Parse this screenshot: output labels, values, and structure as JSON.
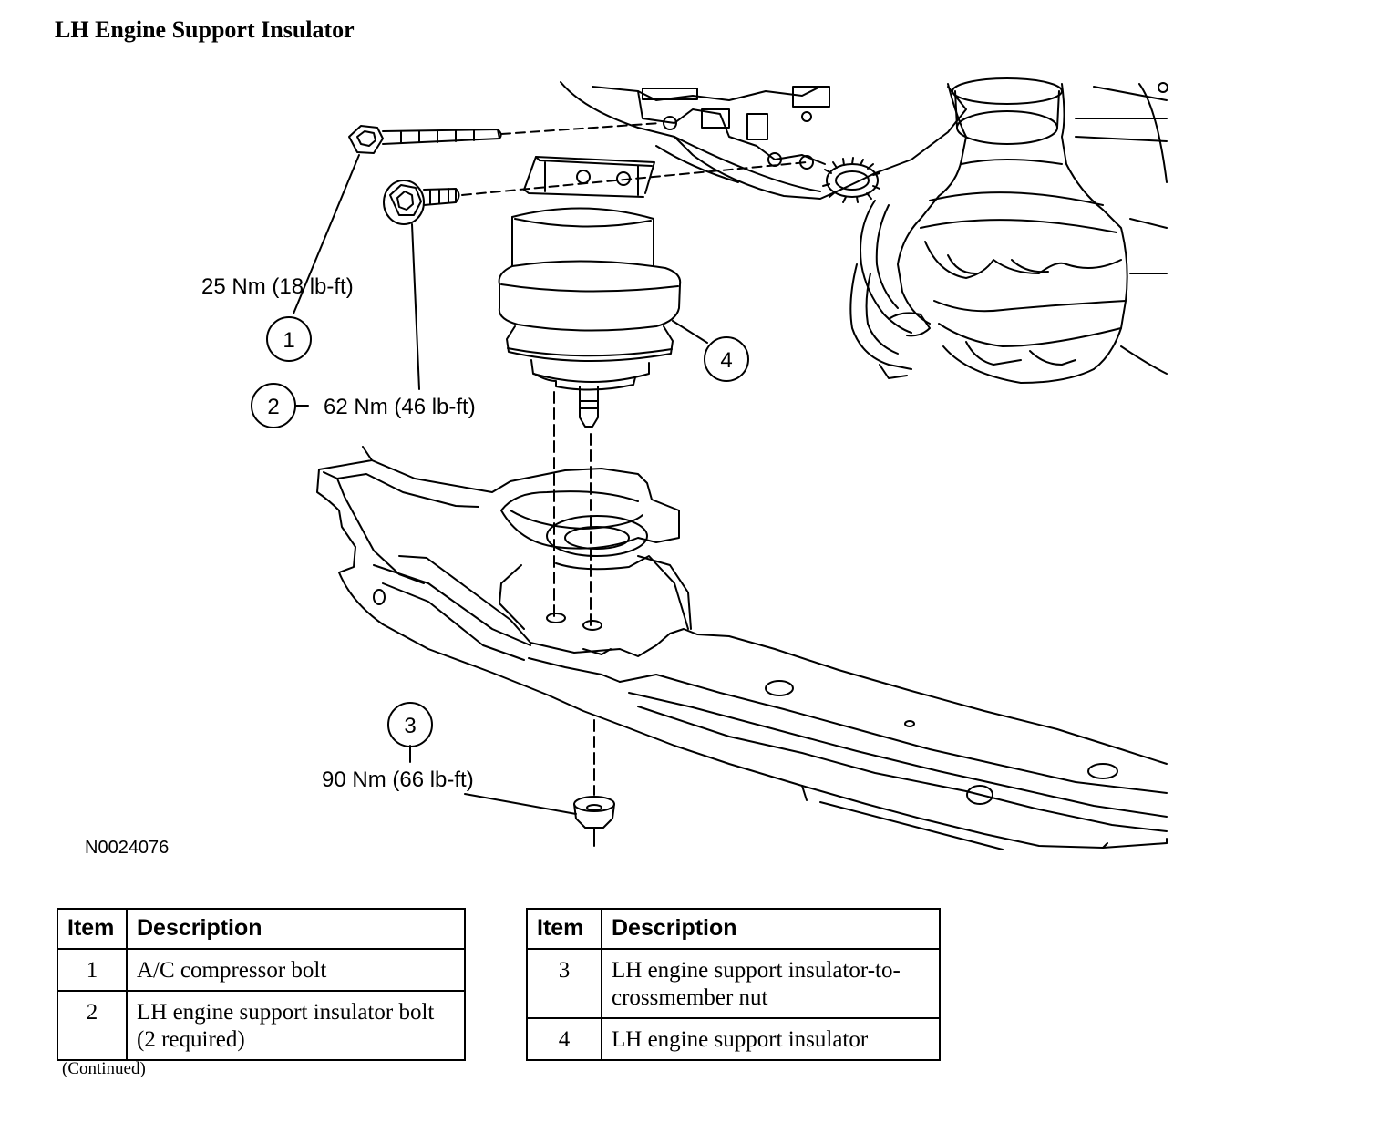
{
  "title": "LH Engine Support Insulator",
  "figure_id": "N0024076",
  "callouts": [
    {
      "number": "1",
      "torque": "25 Nm (18 lb-ft)"
    },
    {
      "number": "2",
      "torque": "62 Nm (46 lb-ft)"
    },
    {
      "number": "3",
      "torque": "90 Nm (66 lb-ft)"
    },
    {
      "number": "4",
      "torque": ""
    }
  ],
  "legend_header": {
    "item": "Item",
    "description": "Description"
  },
  "legend_left": [
    {
      "item": "1",
      "description": "A/C compressor bolt"
    },
    {
      "item": "2",
      "description": "LH engine support insulator bolt (2 required)"
    }
  ],
  "legend_right": [
    {
      "item": "3",
      "description": "LH engine support insulator-to-crossmember nut"
    },
    {
      "item": "4",
      "description": "LH engine support insulator"
    }
  ],
  "footer_note": "(Continued)"
}
